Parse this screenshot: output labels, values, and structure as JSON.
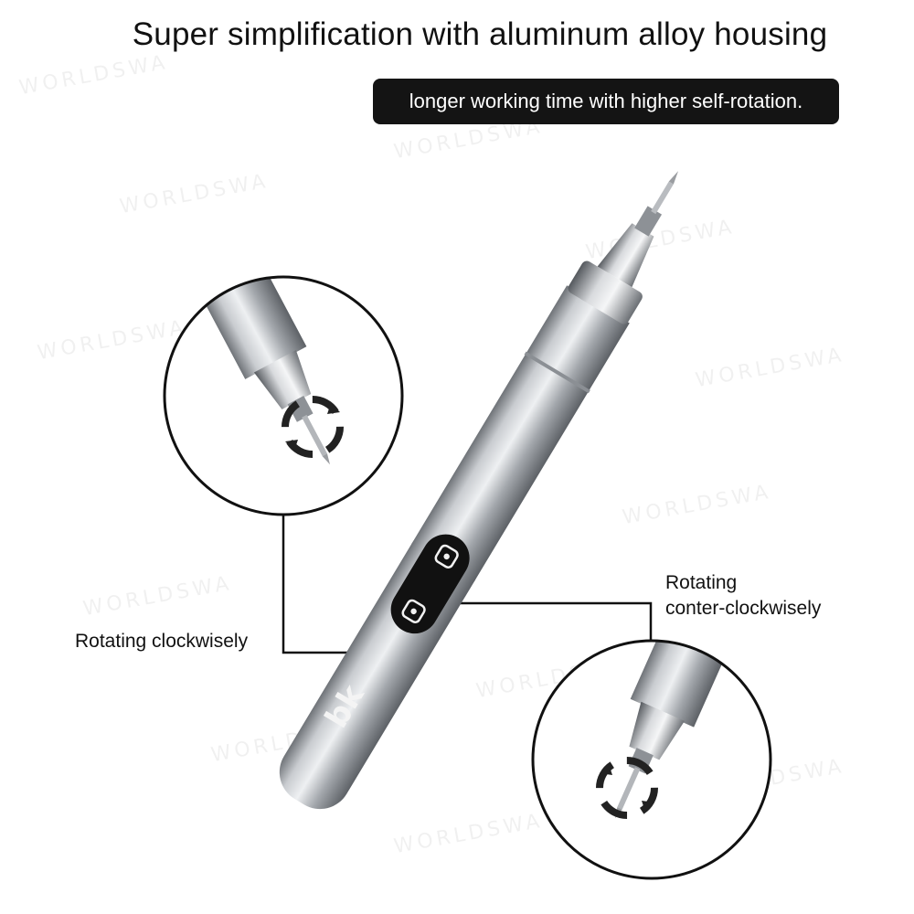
{
  "headline": "Super simplification with aluminum alloy housing",
  "subheadline": "longer working time with higher self-rotation.",
  "callout_clockwise": "Rotating clockwisely",
  "callout_counterclockwise_line1": "Rotating",
  "callout_counterclockwise_line2": "conter-clockwisely",
  "brand_mark": "bk",
  "watermark_text": "WORLDSWA",
  "colors": {
    "background": "#ffffff",
    "pill_background": "#141414",
    "pen_body": "#a9adb2",
    "button_panel": "#111111"
  },
  "icons": {
    "rotation_indicator": "circular-arrows-icon",
    "button_symbol": "rotate-button-icon"
  }
}
